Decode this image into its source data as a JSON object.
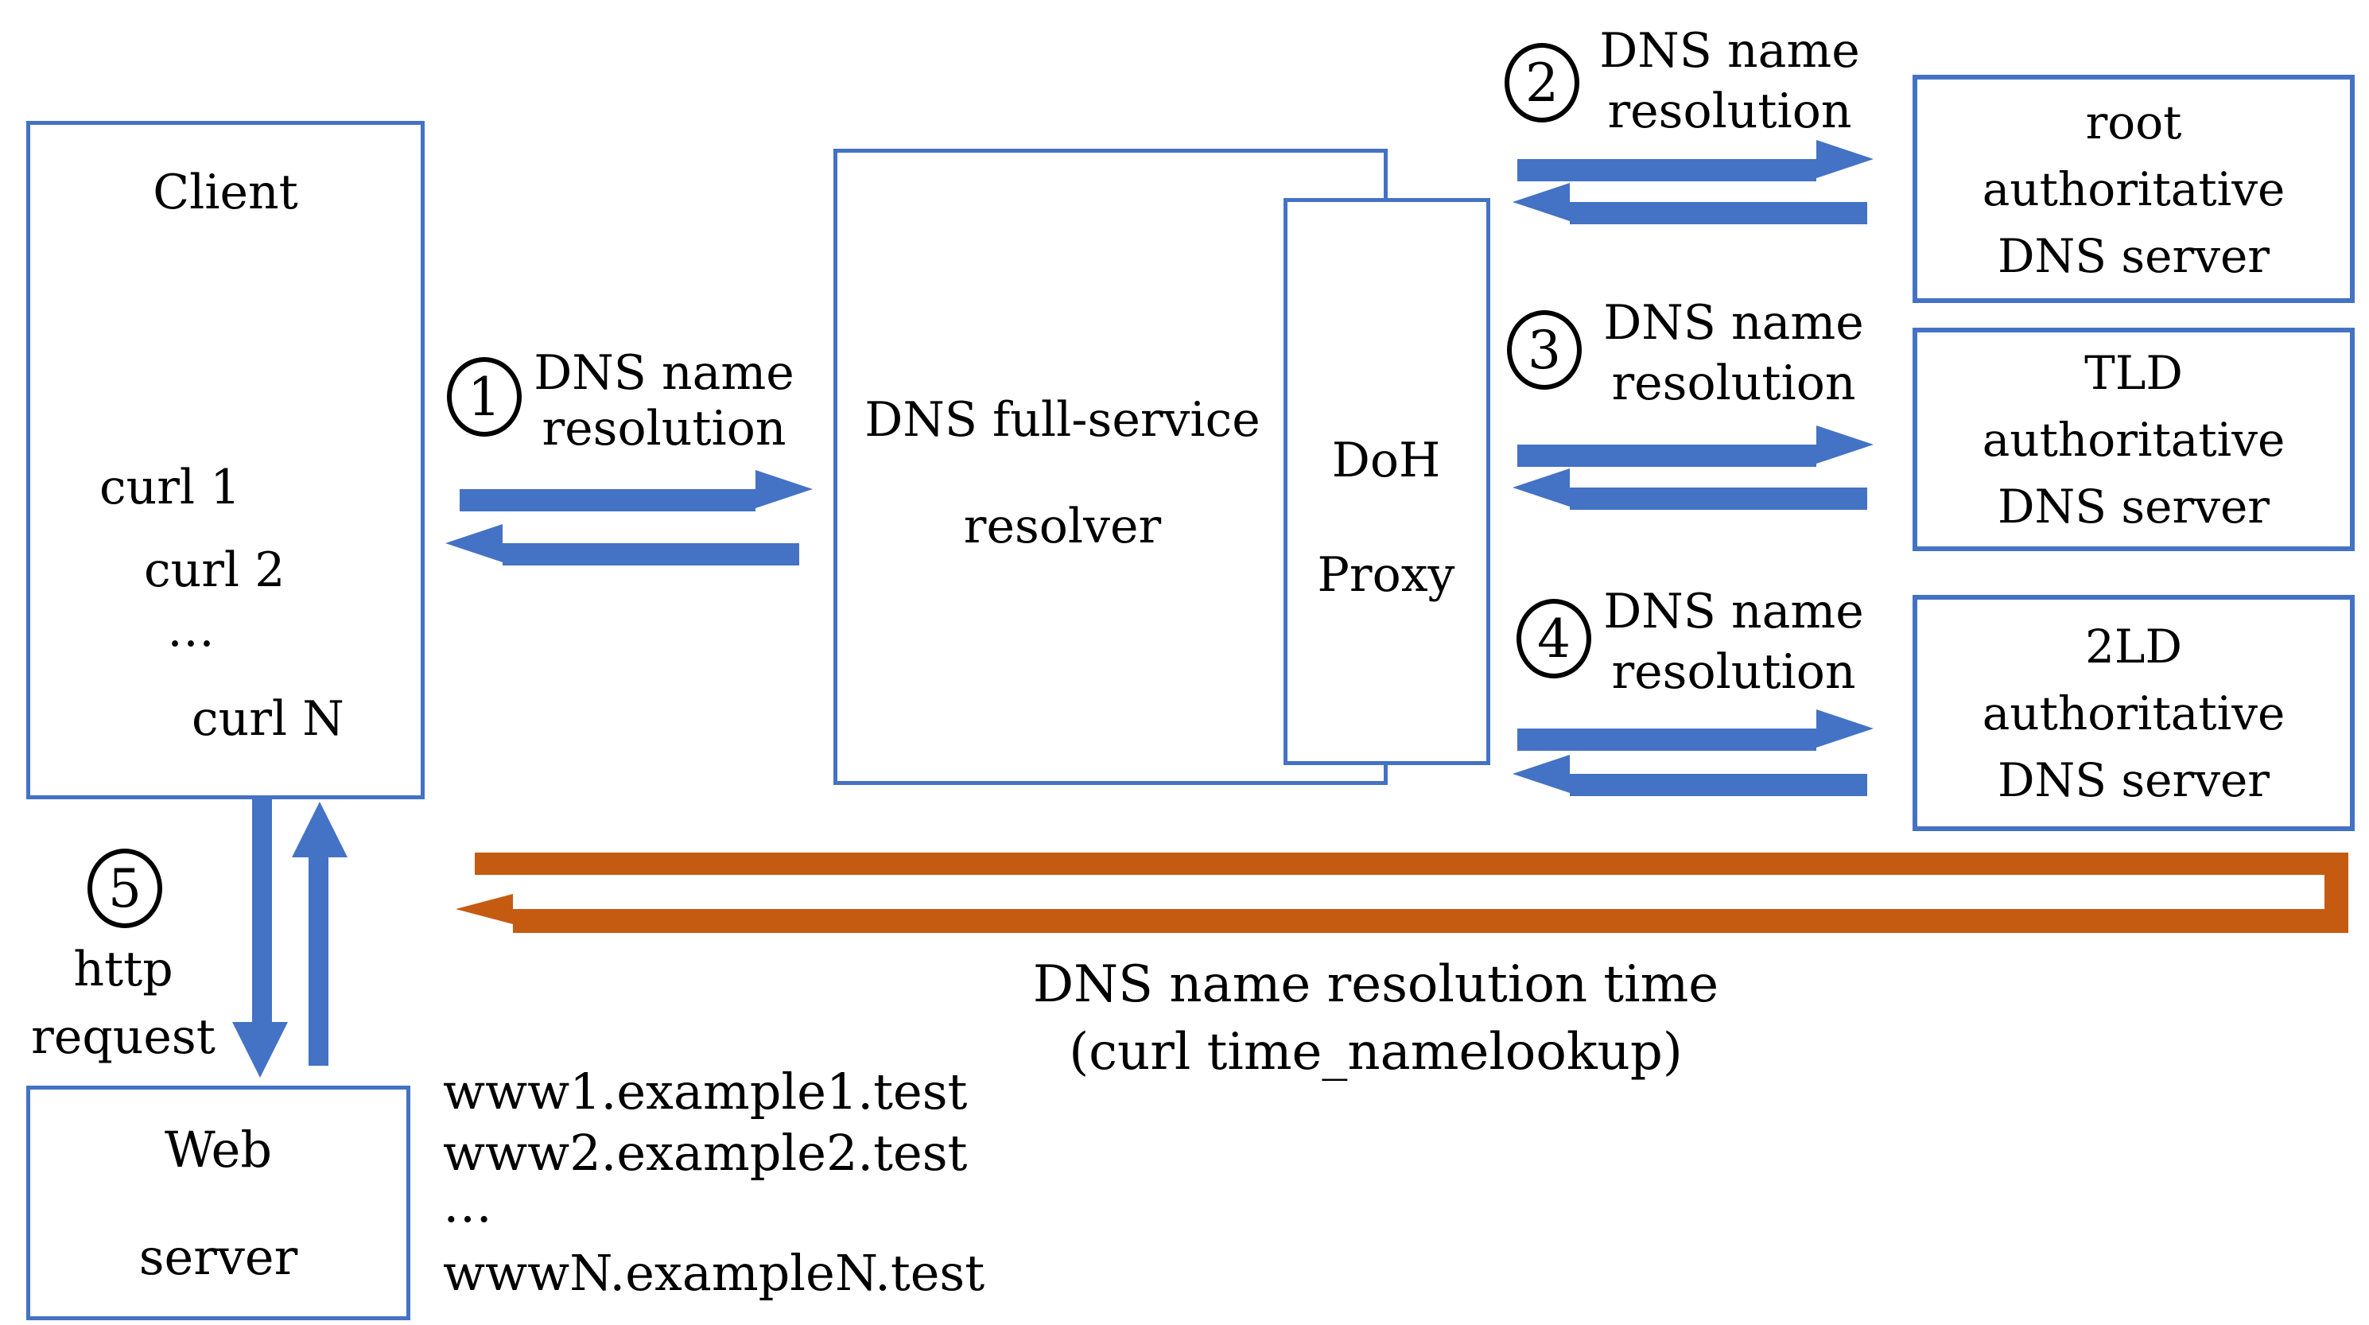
{
  "colors": {
    "arrow_blue": "#4472C4",
    "arrow_orange": "#C55A11",
    "border_blue": "#4472C4",
    "ink": "#000000",
    "bg": "#FFFFFF"
  },
  "boxes": {
    "client": {
      "title": "Client",
      "items": [
        "curl 1",
        "curl 2",
        "…",
        "curl N"
      ]
    },
    "resolver": {
      "lines": [
        "DNS full-service",
        "resolver"
      ]
    },
    "doh": {
      "lines": [
        "DoH",
        "Proxy"
      ]
    },
    "root": {
      "lines": [
        "root",
        "authoritative",
        "DNS server"
      ]
    },
    "tld": {
      "lines": [
        "TLD",
        "authoritative",
        "DNS server"
      ]
    },
    "sld": {
      "lines": [
        "2LD",
        "authoritative",
        "DNS server"
      ]
    },
    "web": {
      "lines": [
        "Web",
        "server"
      ]
    }
  },
  "steps": {
    "s1": {
      "num": "1",
      "lines": [
        "DNS name",
        "resolution"
      ]
    },
    "s2": {
      "num": "2",
      "lines": [
        "DNS name",
        "resolution"
      ]
    },
    "s3": {
      "num": "3",
      "lines": [
        "DNS name",
        "resolution"
      ]
    },
    "s4": {
      "num": "4",
      "lines": [
        "DNS name",
        "resolution"
      ]
    },
    "s5": {
      "num": "5",
      "lines": [
        "http",
        "request"
      ]
    }
  },
  "timing": {
    "lines": [
      "DNS name resolution time",
      "(curl time_namelookup)"
    ]
  },
  "hostnames": [
    "www1.example1.test",
    "www2.example2.test",
    "…",
    "wwwN.exampleN.test"
  ]
}
